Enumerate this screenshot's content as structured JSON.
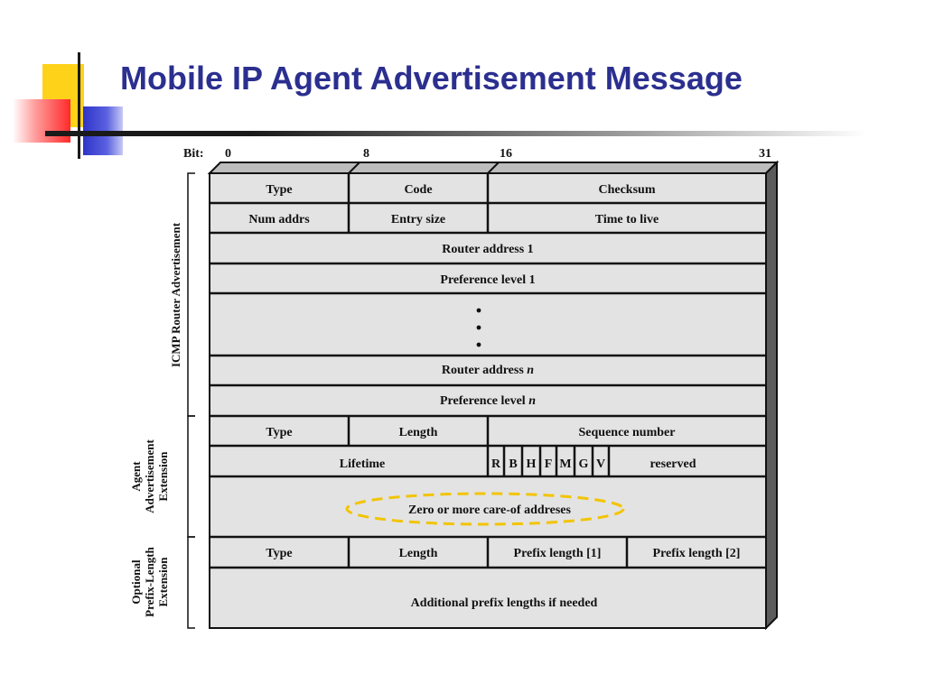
{
  "title": "Mobile IP Agent Advertisement Message",
  "bit_ruler": {
    "label": "Bit:",
    "marks": [
      "0",
      "8",
      "16",
      "31"
    ]
  },
  "icmp": {
    "type": "Type",
    "code": "Code",
    "checksum": "Checksum",
    "num_addrs": "Num addrs",
    "entry_size": "Entry size",
    "ttl": "Time to live",
    "router_address_1": "Router address 1",
    "preference_level_1": "Preference level 1",
    "router_address_n_prefix": "Router address ",
    "n": "n",
    "preference_level_n_prefix": "Preference level "
  },
  "agent_ext": {
    "type": "Type",
    "length": "Length",
    "sequence_number": "Sequence number",
    "lifetime": "Lifetime",
    "flags": [
      "R",
      "B",
      "H",
      "F",
      "M",
      "G",
      "V"
    ],
    "reserved": "reserved",
    "care_of": "Zero or more care-of addreses"
  },
  "prefix_ext": {
    "type": "Type",
    "length": "Length",
    "prefix_length_1": "Prefix length [1]",
    "prefix_length_2": "Prefix length [2]",
    "additional": "Additional prefix lengths if needed"
  },
  "side_labels": {
    "icmp": "ICMP Router Advertisement",
    "agent": [
      "Agent",
      "Advertisement",
      "Extension"
    ],
    "optional": [
      "Optional",
      "Prefix-Length",
      "Extension"
    ]
  },
  "colors": {
    "title": "#2b2f8f",
    "cell": "#e3e3e3",
    "highlight": "#f2c400"
  }
}
